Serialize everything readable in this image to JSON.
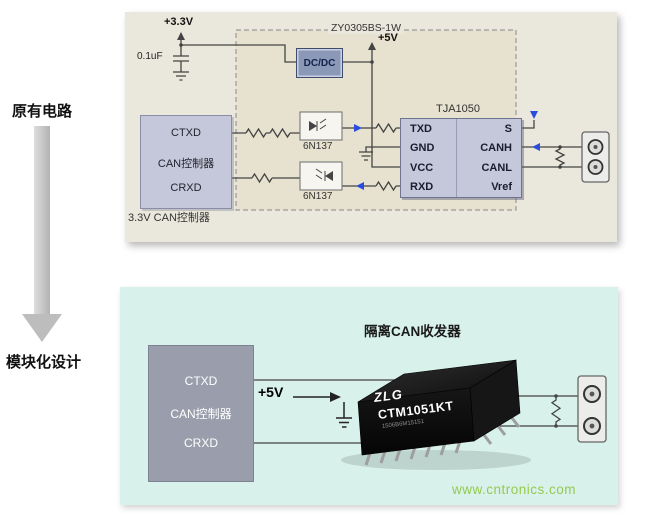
{
  "annotations": {
    "original_label": "原有电路",
    "modular_label": "模块化设计"
  },
  "top_panel": {
    "supply_3v3": "+3.3V",
    "cap_label": "0.1uF",
    "module_box_label": "ZY0305BS-1W",
    "dcdc_label": "DC/DC",
    "supply_5v": "+5V",
    "opto1_label": "6N137",
    "opto2_label": "6N137",
    "controller": {
      "pin_ctxd": "CTXD",
      "name": "CAN控制器",
      "pin_crxd": "CRXD",
      "caption": "3.3V CAN控制器"
    },
    "transceiver": {
      "title": "TJA1050",
      "left_pins": [
        "TXD",
        "GND",
        "VCC",
        "RXD"
      ],
      "right_pins": [
        "S",
        "CANH",
        "CANL",
        "Vref"
      ]
    }
  },
  "bottom_panel": {
    "module_title": "隔离CAN收发器",
    "supply_5v": "+5V",
    "controller": {
      "pin_ctxd": "CTXD",
      "name": "CAN控制器",
      "pin_crxd": "CRXD"
    },
    "chip": {
      "brand": "ZLG",
      "model": "CTM1051KT",
      "code": "1506B6M15151"
    }
  },
  "watermark": "www.cntronics.com",
  "colors": {
    "panel_top_bg": "#eae8dc",
    "panel_bottom_bg": "#d8f1ea",
    "block_fill": "#c5c7da",
    "controller_gray": "#9a9eac",
    "accent_blue": "#2b4bdd",
    "watermark_green": "#8dc63f"
  }
}
